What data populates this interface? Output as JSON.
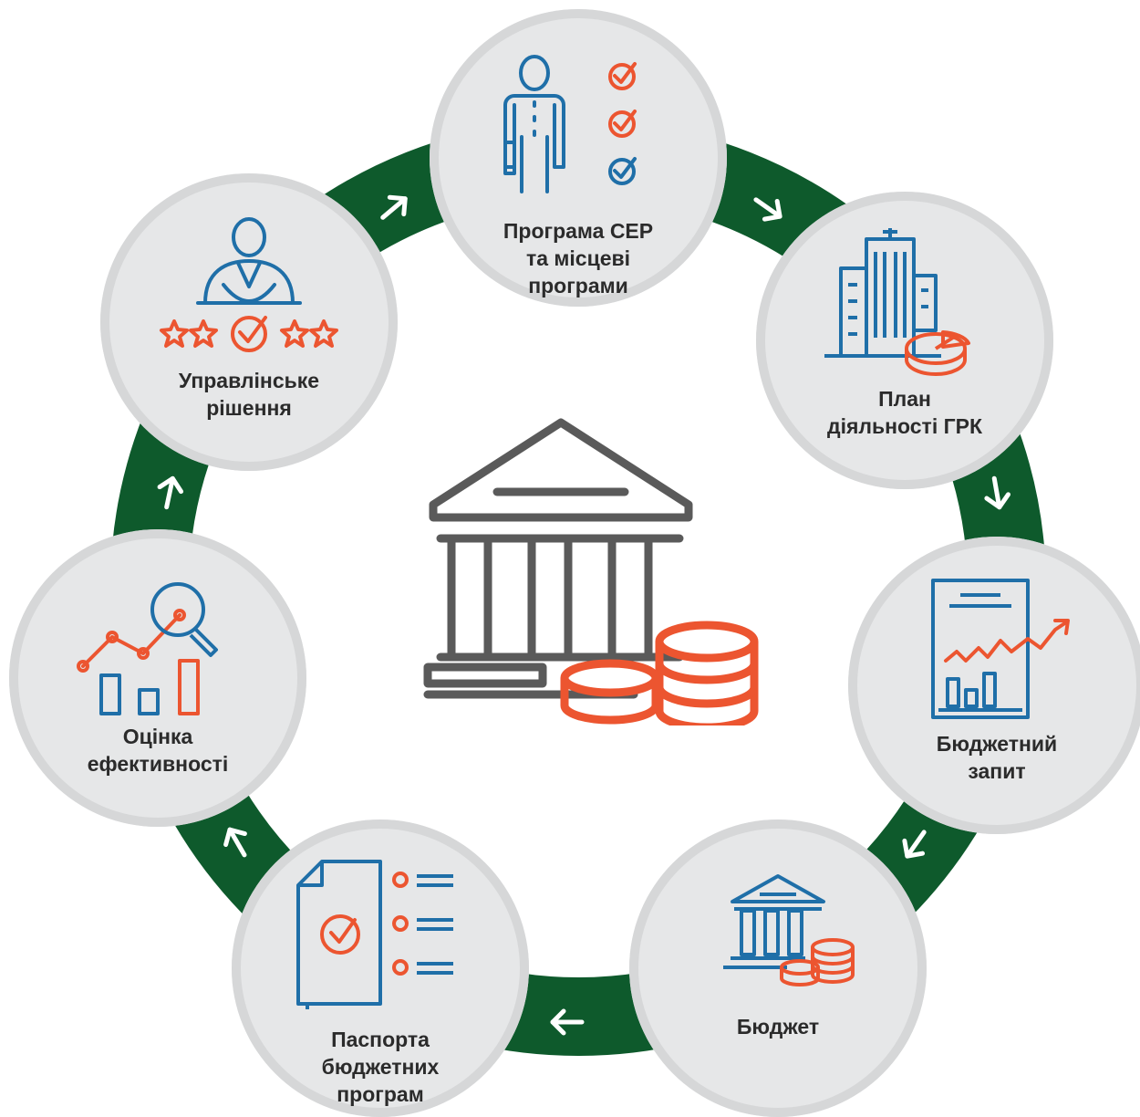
{
  "diagram": {
    "nodes": [
      {
        "label": "Програма СЕР\nта місцеві\nпрограми",
        "icon": "person-checklist-icon"
      },
      {
        "label": "План\nдіяльності ГРК",
        "icon": "city-buildings-pie-icon"
      },
      {
        "label": "Бюджетний\nзапит",
        "icon": "report-growth-chart-icon"
      },
      {
        "label": "Бюджет",
        "icon": "bank-coins-icon"
      },
      {
        "label": "Паспорта\nбюджетних\nпрограм",
        "icon": "document-checklist-icon"
      },
      {
        "label": "Оцінка\nефективності",
        "icon": "analytics-magnifier-icon"
      },
      {
        "label": "Управлінське\nрішення",
        "icon": "manager-rating-icon"
      }
    ],
    "center_icon": "bank-coins-icon",
    "colors": {
      "ring": "#0e5a2c",
      "circle_fill": "#e6e7e8",
      "circle_border": "#d6d7d8",
      "icon_blue": "#1f6fa8",
      "icon_orange": "#ec5530",
      "icon_gray": "#5a5a5a",
      "arrow": "#ffffff"
    }
  }
}
